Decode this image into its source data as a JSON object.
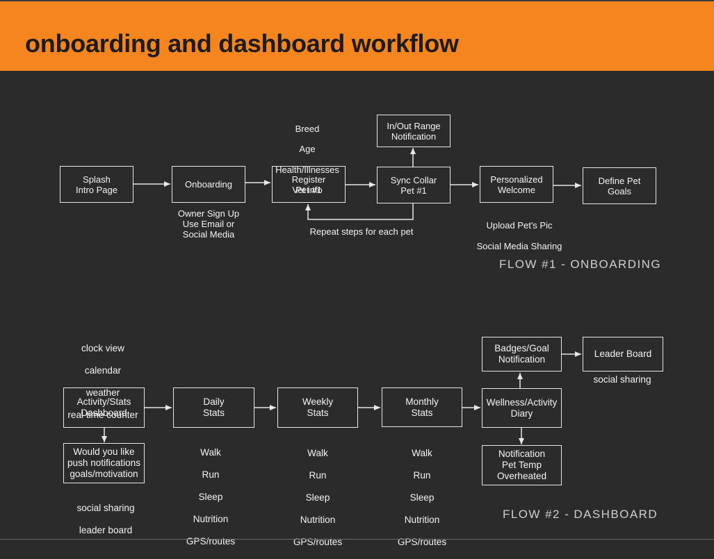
{
  "header": {
    "title": "onboarding and dashboard workflow"
  },
  "colors": {
    "header_bg": "#F4851F",
    "slide_bg": "#2B2B2B",
    "title_text": "#1C1C1C",
    "diagram_line": "#E8E8E8",
    "diagram_text": "#F4F4F4",
    "flow_label": "#CFCFCF"
  },
  "flow1": {
    "label": "FLOW #1 - ONBOARDING",
    "steps": {
      "splash": "Splash\nIntro Page",
      "onboarding": "Onboarding",
      "register": "Register\nPet #1",
      "sync_collar": "Sync Collar\nPet #1",
      "welcome": "Personalized\nWelcome",
      "goals": "Define Pet\nGoals",
      "range_notification": "In/Out Range\nNotification"
    },
    "pet_details": [
      "Breed",
      "Age",
      "Health/Illnesses",
      "Vet info"
    ],
    "signup_note": "Owner Sign Up\nUse Email or\nSocial Media",
    "repeat_note": "Repeat steps for each pet",
    "welcome_notes": [
      "Upload Pet's Pic",
      "Social Media Sharing"
    ]
  },
  "flow2": {
    "label": "FLOW #2 - DASHBOARD",
    "steps": {
      "dashboard": "Activity/Stats\nDashboard",
      "daily": "Daily\nStats",
      "weekly": "Weekly\nStats",
      "monthly": "Monthly\nStats",
      "diary": "Wellness/Activity\nDiary",
      "badges": "Badges/Goal\nNotification",
      "leader_board": "Leader Board",
      "temp_alert": "Notification\nPet Temp\nOverheated",
      "push_prompt": "Would you like\npush notifications\ngoals/motivation"
    },
    "dashboard_views": [
      "clock view",
      "calendar",
      "weather",
      "real time counter"
    ],
    "daily_metrics": [
      "Walk",
      "Run",
      "Sleep",
      "Nutrition",
      "GPS/routes"
    ],
    "weekly_metrics": [
      "Walk",
      "Run",
      "Sleep",
      "Nutrition",
      "GPS/routes"
    ],
    "monthly_metrics": [
      "Walk",
      "Run",
      "Sleep",
      "Nutrition",
      "GPS/routes"
    ],
    "leader_board_note": "social sharing",
    "push_notes": [
      "social sharing",
      "leader board"
    ]
  }
}
